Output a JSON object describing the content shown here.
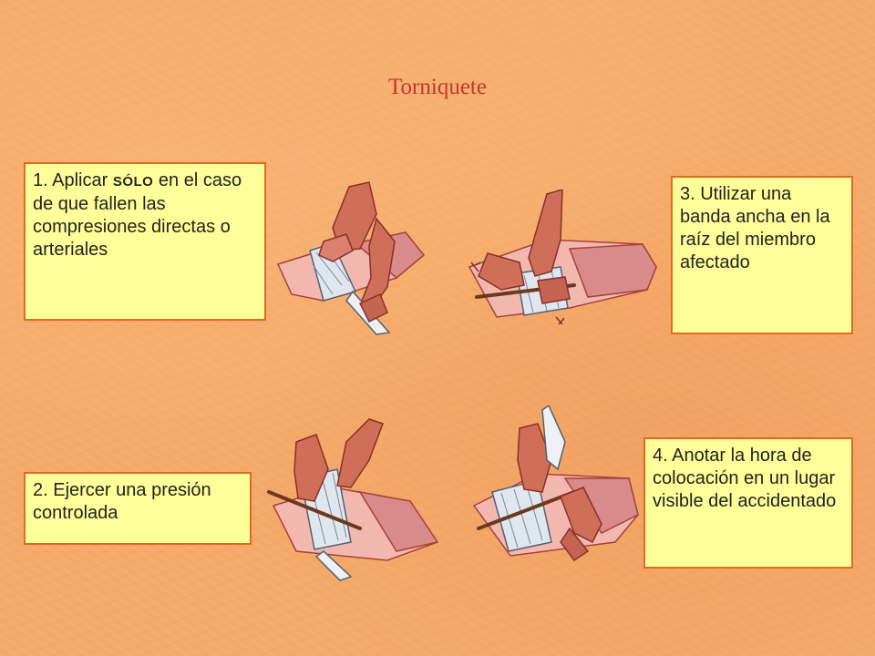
{
  "title": "Torniquete",
  "steps": {
    "step1": {
      "prefix": "1. Aplicar ",
      "emphasis": "SÓLO",
      "suffix": " en el caso de que fallen las compresiones directas o arteriales"
    },
    "step2": {
      "text": "2. Ejercer una presión controlada"
    },
    "step3": {
      "text": "3. Utilizar una banda ancha en la raíz del miembro afectado"
    },
    "step4": {
      "text": "4. Anotar la hora de colocación en un lugar visible del accidentado"
    }
  },
  "colors": {
    "background": "#f5a968",
    "title": "#c0392b",
    "box_fill": "#ffff99",
    "box_border": "#e06a1e"
  },
  "illustrations": [
    "tourniquet-step-1-image",
    "tourniquet-step-3-image",
    "tourniquet-step-2-image",
    "tourniquet-step-4-image"
  ]
}
